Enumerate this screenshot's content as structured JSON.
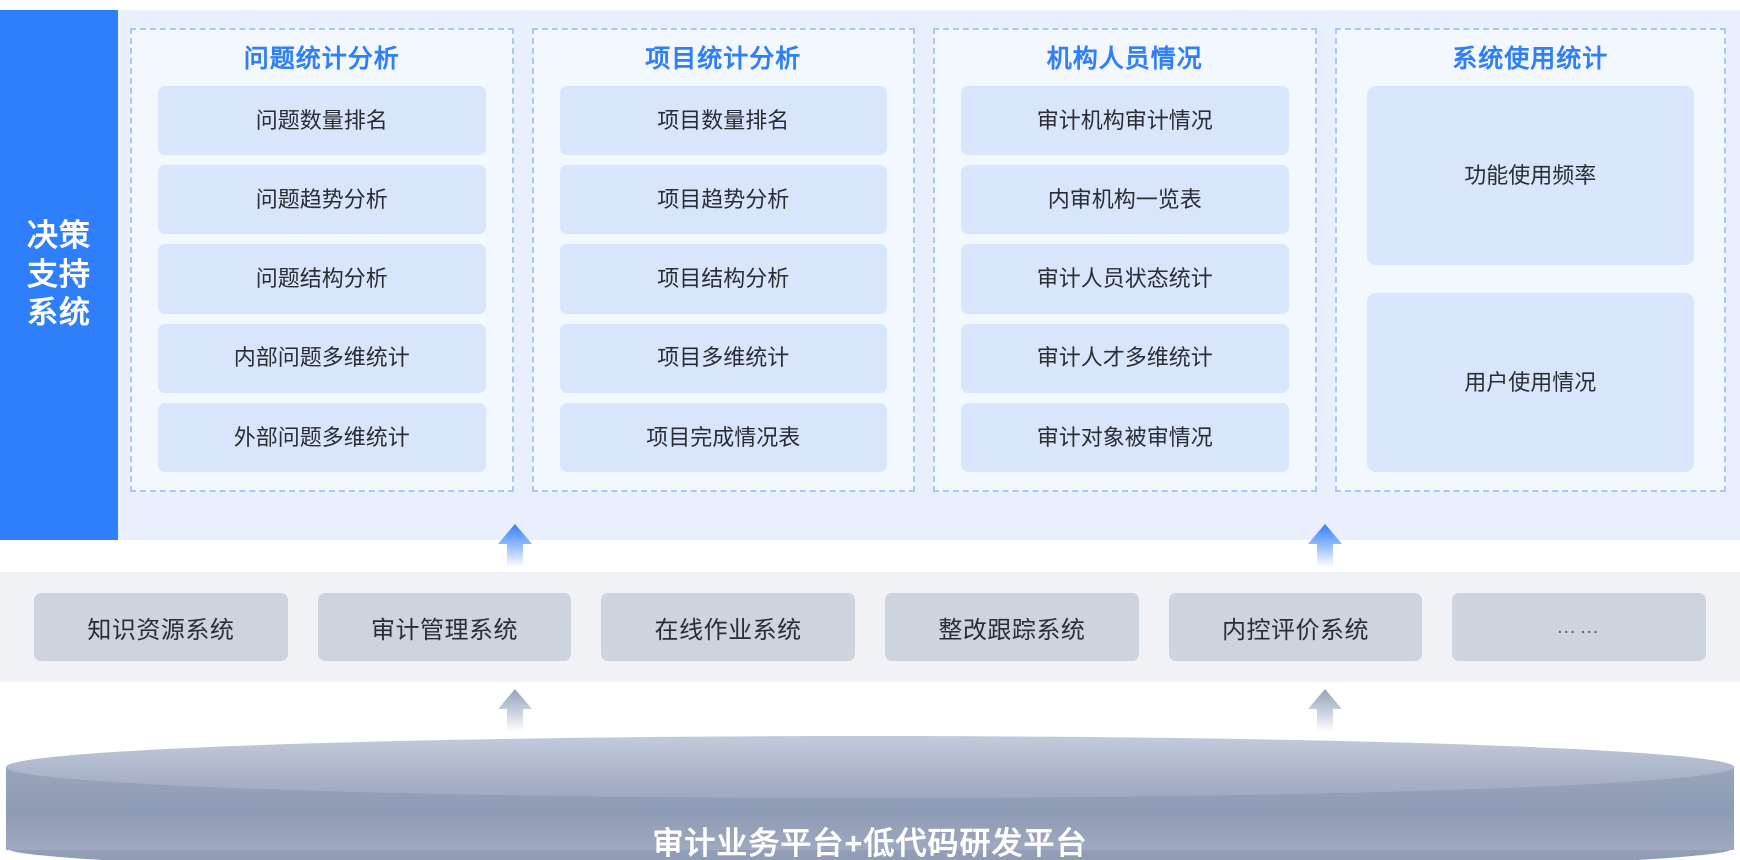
{
  "sidebar": {
    "label": "决策\n支持\n系统",
    "accent_color": "#2f7ffc"
  },
  "panels": [
    {
      "title": "问题统计分析",
      "items": [
        "问题数量排名",
        "问题趋势分析",
        "问题结构分析",
        "内部问题多维统计",
        "外部问题多维统计"
      ]
    },
    {
      "title": "项目统计分析",
      "items": [
        "项目数量排名",
        "项目趋势分析",
        "项目结构分析",
        "项目多维统计",
        "项目完成情况表"
      ]
    },
    {
      "title": "机构人员情况",
      "items": [
        "审计机构审计情况",
        "内审机构一览表",
        "审计人员状态统计",
        "审计人才多维统计",
        "审计对象被审情况"
      ]
    },
    {
      "title": "系统使用统计",
      "items": [
        "功能使用频率",
        "用户使用情况"
      ]
    }
  ],
  "systems": {
    "items": [
      "知识资源系统",
      "审计管理系统",
      "在线作业系统",
      "整改跟踪系统",
      "内控评价系统",
      "……"
    ]
  },
  "platform": {
    "label": "审计业务平台+低代码研发平台"
  },
  "arrows": {
    "upper_color_top": "#3a80f7",
    "upper_color_bottom": "#ffffff",
    "lower_color_top": "#9aa4bc",
    "lower_color_bottom": "#ffffff"
  },
  "colors": {
    "brand_blue": "#2f7ffc",
    "panel_bg": "#f3f7fe",
    "panel_border": "#a9c6f7",
    "item_bg": "#d8e5fb",
    "band_bg": "#e9effc",
    "gray_band": "#f0f2f5",
    "gray_box": "#ced4dd",
    "cylinder": "#8f9ab4"
  }
}
